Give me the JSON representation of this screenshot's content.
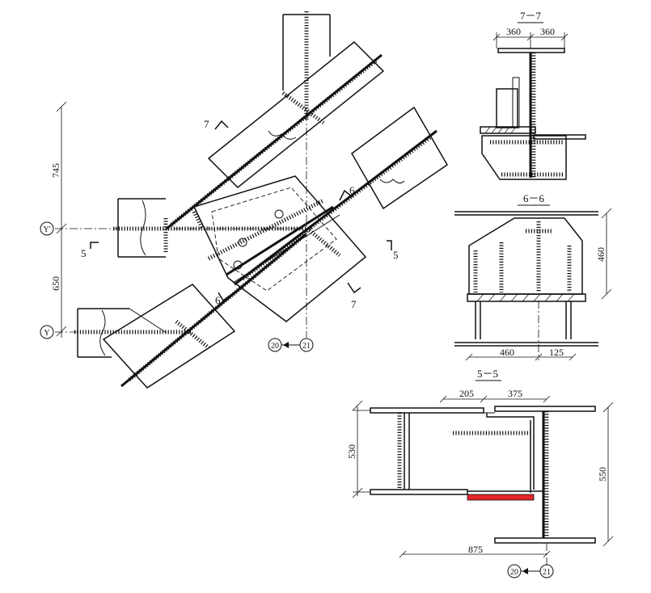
{
  "colors": {
    "ink": "#111111",
    "highlight": "#e3262a",
    "background": "#ffffff"
  },
  "plan": {
    "axis_y_prime": "Y'",
    "axis_y": "Y",
    "dim_upper": "745",
    "dim_lower": "650",
    "axis_ref_left": "20",
    "axis_ref_right": "21",
    "cut_7_top": "7",
    "cut_7_bottom": "7",
    "cut_6_top": "6",
    "cut_6_bottom": "6",
    "cut_5_left": "5",
    "cut_5_right": "5"
  },
  "section_77": {
    "title": "7－7",
    "dim_left": "360",
    "dim_right": "360"
  },
  "section_66": {
    "title": "6－6",
    "dim_height": "460",
    "dim_left": "460",
    "dim_right": "125"
  },
  "section_55": {
    "title": "5－5",
    "dim_top_left": "205",
    "dim_top_right": "375",
    "dim_left": "530",
    "dim_right": "550",
    "dim_bottom": "875",
    "axis_ref_left": "20",
    "axis_ref_right": "21"
  }
}
